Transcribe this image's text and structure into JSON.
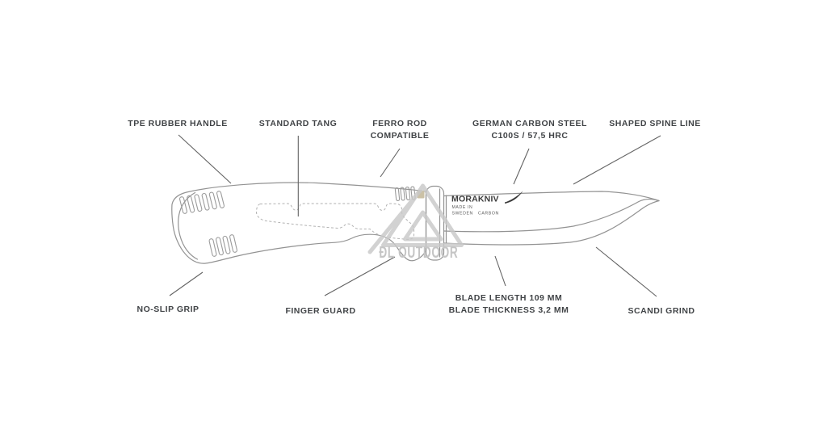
{
  "page": {
    "background": "#ffffff"
  },
  "watermark": {
    "text": "ĐL OUTDOOR",
    "color": "#c5c5c5"
  },
  "knife": {
    "brand": "MORAKNIV",
    "made_in_line1": "MADE IN",
    "made_in_line2": "SWEDEN",
    "material": "CARBON",
    "outline_color": "#939393",
    "striker_square_color": "#cbc1a6"
  },
  "annotations": {
    "tpe_rubber_handle": {
      "line1": "TPE RUBBER HANDLE"
    },
    "standard_tang": {
      "line1": "STANDARD TANG"
    },
    "ferro_rod_compatible": {
      "line1": "FERRO ROD",
      "line2": "COMPATIBLE"
    },
    "german_carbon_steel": {
      "line1": "GERMAN CARBON STEEL",
      "line2": "C100S / 57,5 HRC"
    },
    "shaped_spine_line": {
      "line1": "SHAPED SPINE LINE"
    },
    "no_slip_grip": {
      "line1": "NO-SLIP GRIP"
    },
    "finger_guard": {
      "line1": "FINGER GUARD"
    },
    "blade_dimensions": {
      "line1": "BLADE LENGTH 109 MM",
      "line2": "BLADE THICKNESS 3,2 MM"
    },
    "scandi_grind": {
      "line1": "SCANDI GRIND"
    }
  },
  "style": {
    "label_color": "#414447",
    "leader_line_color": "#636363"
  }
}
